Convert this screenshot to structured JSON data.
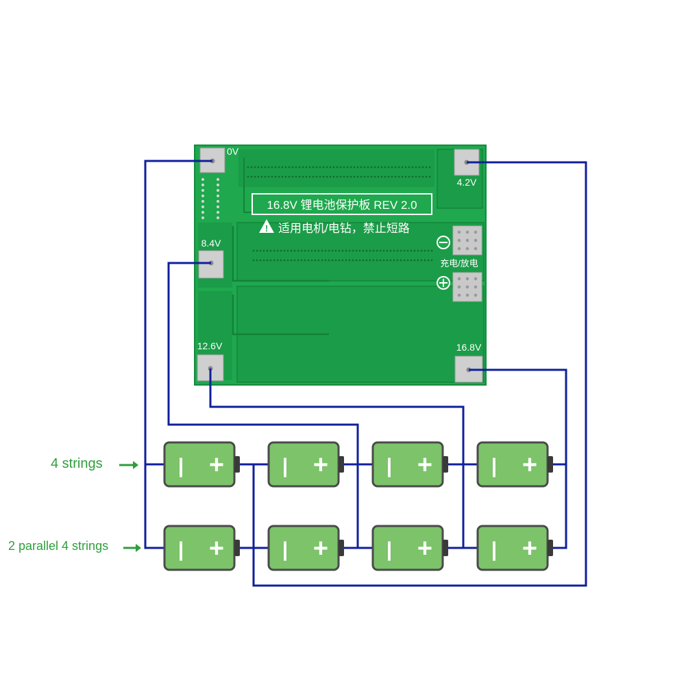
{
  "board": {
    "title": "16.8V 锂电池保护板 REV 2.0",
    "warning_text": "适用电机/电钻，禁止短路",
    "warning_symbol": "!",
    "port_label": "充电/放电",
    "minus_symbol": "⊖",
    "plus_symbol": "⊕",
    "pads": {
      "b0": "0V",
      "b1": "4.2V",
      "b2": "8.4V",
      "b3": "12.6V",
      "b4": "16.8V"
    },
    "colors": {
      "pcb": "#1fa84e",
      "pcb_dark": "#17913f",
      "silk": "#ffffff",
      "pad": "#c9c9c9"
    }
  },
  "batteries": {
    "minus_symbol": "|",
    "plus_symbol": "+",
    "colors": {
      "body": "#7cc36a",
      "outline": "#4a4a4a"
    }
  },
  "labels": {
    "row1": "4 strings",
    "row2": "2 parallel 4 strings",
    "arrow_color": "#2e9e3c"
  },
  "wire_color": "#0f1f9c"
}
